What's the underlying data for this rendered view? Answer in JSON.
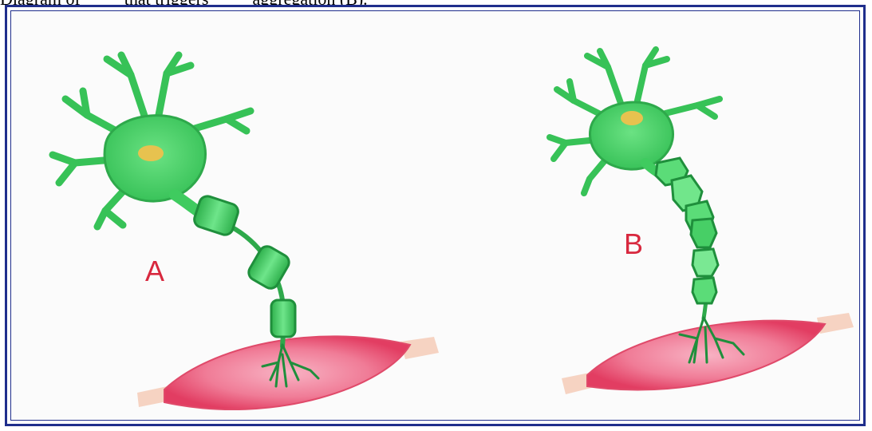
{
  "caption": {
    "text": "Diagram of ____ that triggers ____ aggregation (B)."
  },
  "figure": {
    "panels": [
      {
        "label": "A",
        "state": "intact myelin sheath"
      },
      {
        "label": "B",
        "state": "damaged myelin sheath"
      }
    ],
    "colors": {
      "neuron_body": "#3fcb5f",
      "neuron_dark": "#1f8f3c",
      "nucleus": "#e7c24f",
      "myelin": "#4bd76a",
      "muscle": "#ee5f7f",
      "muscle_light": "#f6a3b7",
      "tendon": "#f6d3c2",
      "label": "#d8283e",
      "frame": "#1f2e8c"
    }
  }
}
